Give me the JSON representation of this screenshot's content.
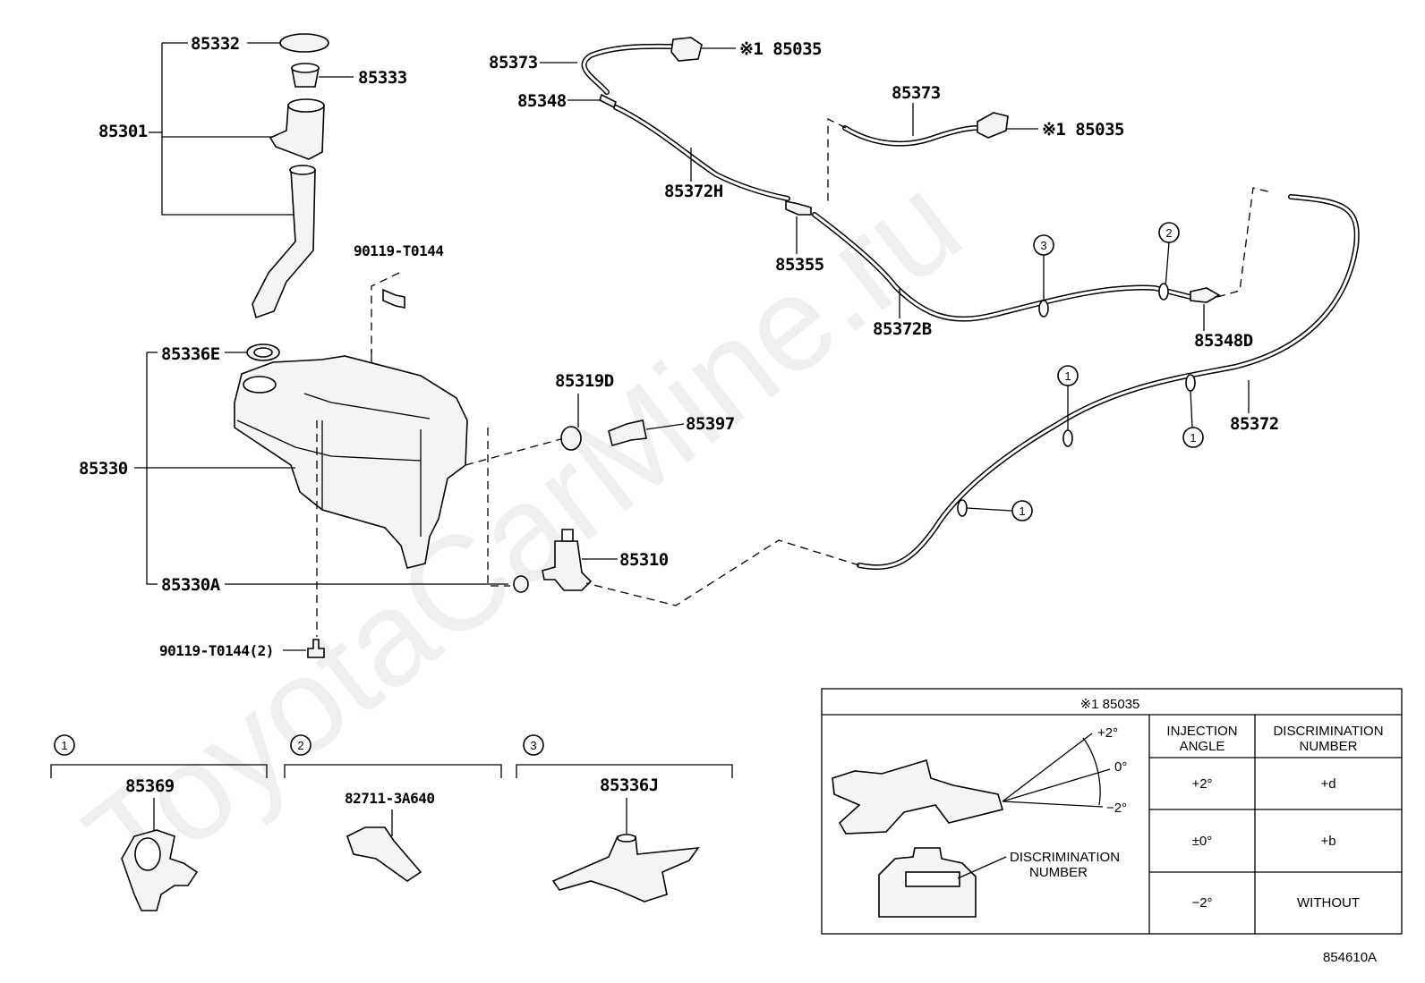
{
  "watermark": "ToyotaCarMine.ru",
  "parts": {
    "p85332": "85332",
    "p85333": "85333",
    "p85301": "85301",
    "p85373a": "85373",
    "p85035a": "※1 85035",
    "p85348": "85348",
    "p85373b": "85373",
    "p85035b": "※1 85035",
    "p85372H": "85372H",
    "p85355": "85355",
    "p90119a": "90119-T0144",
    "p85372B": "85372B",
    "p85348D": "85348D",
    "p85336E": "85336E",
    "p85319D": "85319D",
    "p85397": "85397",
    "p85372": "85372",
    "p85330": "85330",
    "p85310": "85310",
    "p85330A": "85330A",
    "p90119b": "90119-T0144(2)"
  },
  "callouts": {
    "c1": "1",
    "c2": "2",
    "c3": "3"
  },
  "details": {
    "d1_num": "1",
    "d1_part": "85369",
    "d2_num": "2",
    "d2_part": "82711-3A640",
    "d3_num": "3",
    "d3_part": "85336J"
  },
  "table": {
    "title": "※1 85035",
    "angle_plus": "+2°",
    "angle_zero": "0°",
    "angle_minus": "−2°",
    "disc_label_1": "DISCRIMINATION",
    "disc_label_2": "NUMBER",
    "col1_h1": "INJECTION",
    "col1_h2": "ANGLE",
    "col2_h1": "DISCRIMINATION",
    "col2_h2": "NUMBER",
    "rows": [
      {
        "angle": "+2°",
        "disc": "+d"
      },
      {
        "angle": "±0°",
        "disc": "+b"
      },
      {
        "angle": "−2°",
        "disc": "WITHOUT"
      }
    ]
  },
  "diagram_code": "854610A"
}
